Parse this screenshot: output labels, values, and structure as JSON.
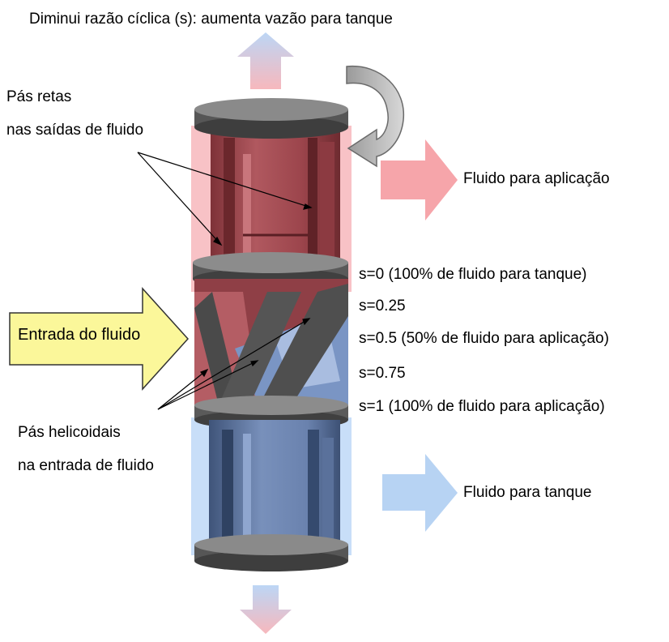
{
  "top_caption": "Diminui razão cíclica (s): aumenta vazão para tanque",
  "straight_blades": {
    "line1": "Pás retas",
    "line2": "nas saídas de fluido"
  },
  "helical_blades": {
    "line1": "Pás helicoidais",
    "line2": "na entrada de fluido"
  },
  "inlet_label": "Entrada do fluido",
  "outlet_application": "Fluido para aplicação",
  "outlet_tank": "Fluido para tanque",
  "duty_cycle_levels": [
    "s=0 (100% de fluido para tanque)",
    "s=0.25",
    "s=0.5 (50% de fluido para aplicação)",
    "s=0.75",
    "s=1 (100% de fluido para aplicação)"
  ],
  "colors": {
    "red_body": "#a8545a",
    "red_light": "#f7b8bd",
    "blue_body": "#6f87b3",
    "blue_light": "#bcd6f5",
    "grey_disc": "#6b6b6b",
    "yellow_arrow": "#fbf79a"
  },
  "icons": [
    "rotation-arrow-icon",
    "up-arrow-icon",
    "down-arrow-icon",
    "right-arrow-icon"
  ]
}
